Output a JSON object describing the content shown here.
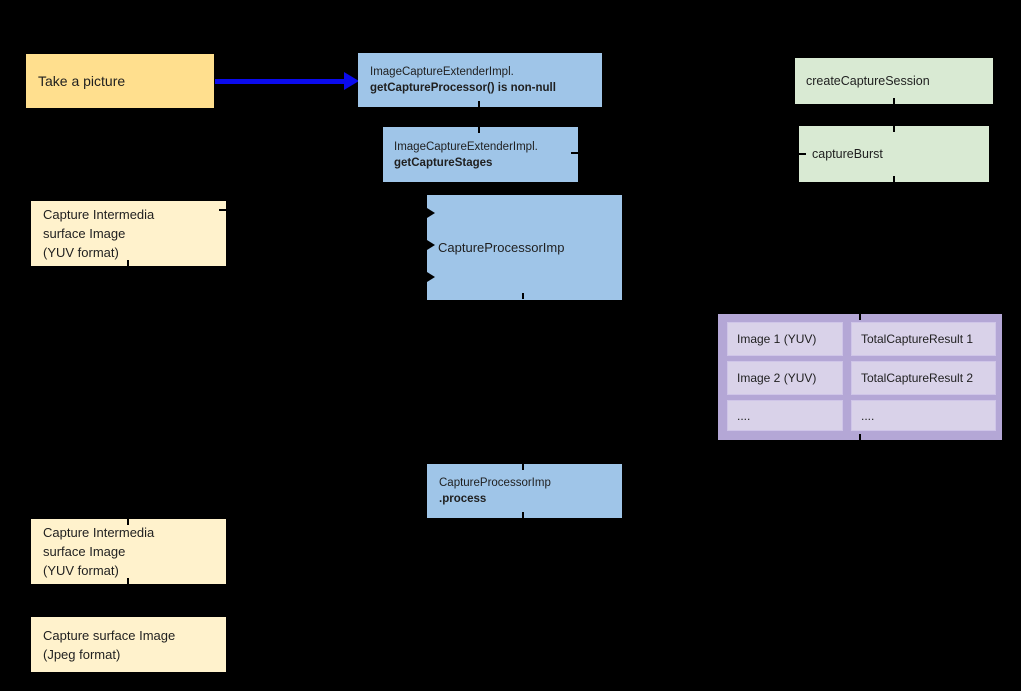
{
  "colors": {
    "yellow": "#ffdf8e",
    "cream": "#fff2cc",
    "blue": "#9fc5e8",
    "green": "#d9ead3",
    "purple": "#b4a7d6",
    "purple_light": "#d9d2e9",
    "arrow": "#0b0bee",
    "text": "#1f1f1f",
    "background": "#000000"
  },
  "diagram": {
    "take_picture": {
      "text": "Take a picture"
    },
    "get_capture_processor": {
      "line1": "ImageCaptureExtenderImpl.",
      "line2": "getCaptureProcessor() is non-null"
    },
    "create_capture_session": {
      "text": "createCaptureSession"
    },
    "get_capture_stages": {
      "line1": "ImageCaptureExtenderImpl.",
      "line2": "getCaptureStages"
    },
    "capture_burst": {
      "text": "captureBurst"
    },
    "capture_intermedia_top": {
      "line1": "Capture Intermedia",
      "line2": "surface Image",
      "line3": "(YUV format)"
    },
    "capture_processor_imp": {
      "text": "CaptureProcessorImp"
    },
    "burst_table": {
      "rows": [
        {
          "image": "Image 1 (YUV)",
          "result": "TotalCaptureResult 1"
        },
        {
          "image": "Image 2 (YUV)",
          "result": "TotalCaptureResult 2"
        },
        {
          "image": "....",
          "result": "...."
        }
      ]
    },
    "capture_processor_process": {
      "line1": "CaptureProcessorImp",
      "line2": ".process"
    },
    "capture_intermedia_bottom": {
      "line1": "Capture Intermedia",
      "line2": "surface Image",
      "line3": "(YUV format)"
    },
    "capture_surface_jpeg": {
      "line1": "Capture surface Image",
      "line2": "(Jpeg format)"
    }
  }
}
